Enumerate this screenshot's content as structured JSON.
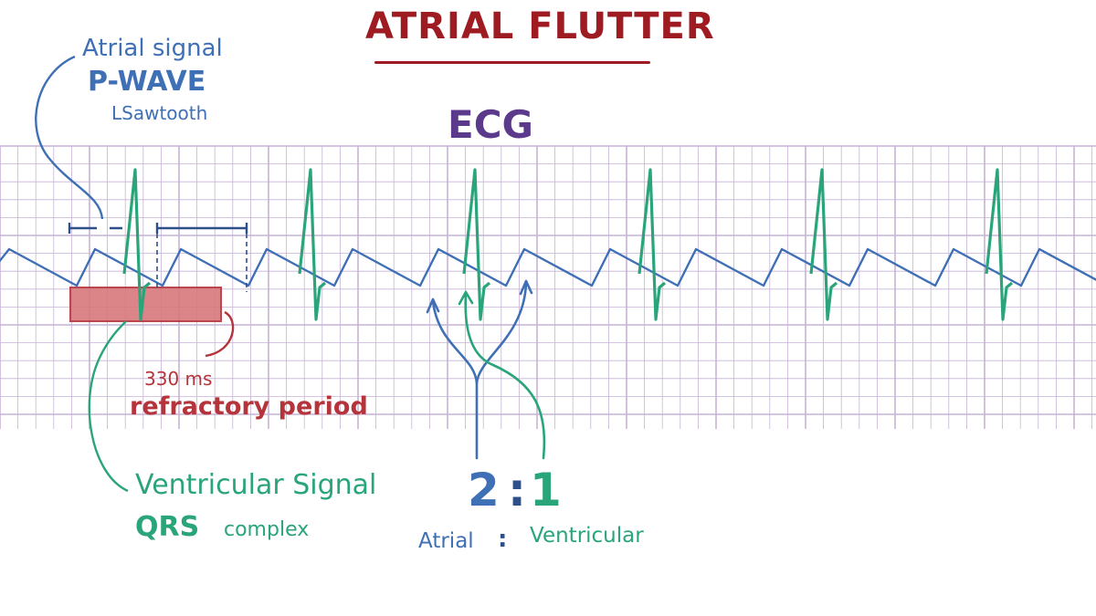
{
  "title": "ATRIAL FLUTTER",
  "ecg_label": "ECG",
  "atrial_annotation": {
    "line1": "Atrial signal",
    "line2": "P-WAVE",
    "line3": "LSawtooth"
  },
  "refractory_annotation": {
    "line1": "330 ms",
    "line2": "refractory period"
  },
  "ventricular_annotation": {
    "line1": "Ventricular Signal",
    "line2": "QRS",
    "line2_suffix": "complex"
  },
  "ratio": {
    "atrial_value": "2",
    "separator": ":",
    "ventricular_value": "1",
    "atrial_label": "Atrial",
    "label_separator": ":",
    "ventricular_label": "Ventricular"
  },
  "colors": {
    "title": "#9e1b22",
    "ecg_label": "#5b3a8c",
    "atrial_blue": "#3f6fb5",
    "ventricular_green": "#2aa57a",
    "refractory_red": "#b5333a",
    "refractory_fill": "#d9787d",
    "grid": "#c6b3d6"
  }
}
